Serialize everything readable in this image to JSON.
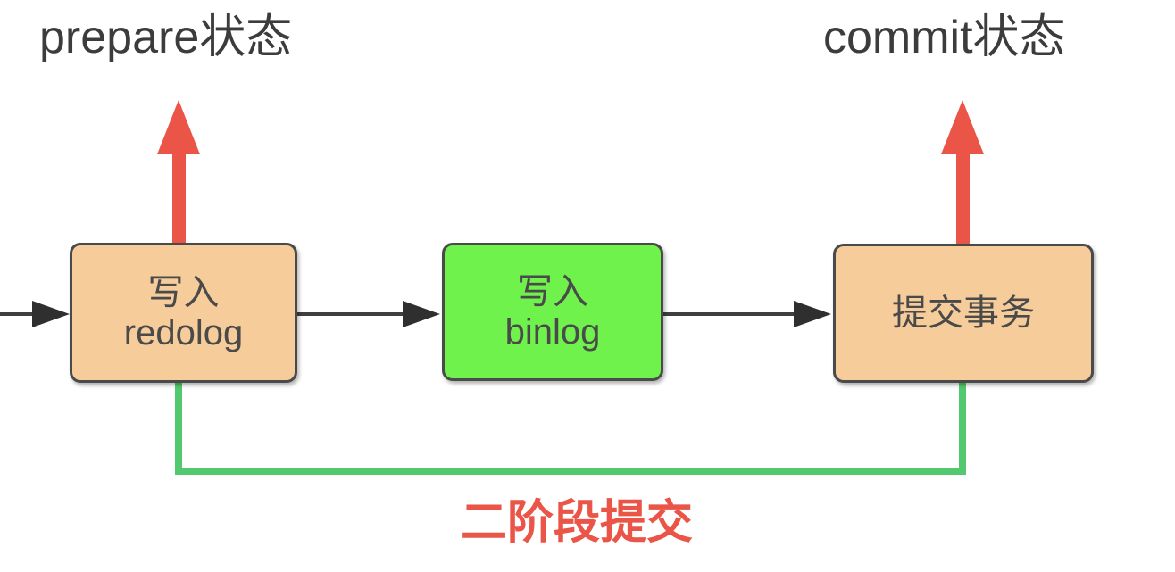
{
  "diagram": {
    "title_caption": "二阶段提交",
    "labels": {
      "prepare": "prepare状态",
      "commit": "commit状态"
    },
    "nodes": [
      {
        "id": "redolog",
        "line1": "写入",
        "line2": "redolog",
        "fill": "#f5cc9a",
        "stroke": "#4a4a4a"
      },
      {
        "id": "binlog",
        "line1": "写入",
        "line2": "binlog",
        "fill": "#70f24c",
        "stroke": "#4a4a4a"
      },
      {
        "id": "commit-transaction",
        "line1": "提交事务",
        "line2": "",
        "fill": "#f5cc9a",
        "stroke": "#4a4a4a"
      }
    ],
    "colors": {
      "red_arrow": "#ea5548",
      "green_bracket": "#52c96e",
      "flow_arrow": "#3f3f3f",
      "text": "#4a4a4a",
      "label_text": "#3c3c3c",
      "background": "#ffffff"
    }
  }
}
